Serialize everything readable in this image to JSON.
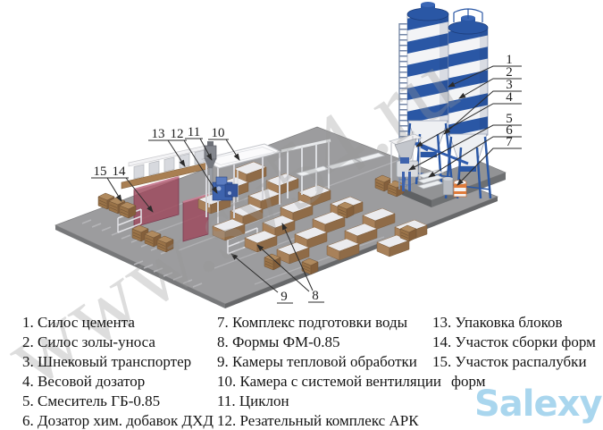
{
  "watermark": {
    "text": "www.sv54.ru"
  },
  "logo": {
    "text": "Salexy",
    "color": "#a9d6ee"
  },
  "colors": {
    "silo_blue": "#2a57a5",
    "machine_blue": "#3e63ad",
    "platform_gray": "#9c9c9e",
    "platform_side": "#6a6b6d",
    "chamber_red": "#9e4860",
    "form_tan": "#a8815a",
    "watermark_gray": "#969696",
    "logo_blue": "#a9d6ee"
  },
  "callouts": {
    "c1": "1",
    "c2": "2",
    "c3": "3",
    "c4": "4",
    "c5": "5",
    "c6": "6",
    "c7": "7",
    "c8": "8",
    "c9": "9",
    "c10": "10",
    "c11": "11",
    "c12": "12",
    "c13": "13",
    "c14": "14",
    "c15": "15"
  },
  "legend": {
    "col1": [
      "1. Силос цемента",
      "2. Силос золы-уноса",
      "3. Шнековый транспортер",
      "4. Весовой дозатор",
      "5. Смеситель ГБ-0.85",
      "6. Дозатор хим. добавок ДХД"
    ],
    "col2": [
      "7. Комплекс подготовки воды",
      "8. Формы ФМ-0.85",
      "9. Камеры тепловой обработки",
      "10. Камера с системой вентиляции",
      "11. Циклон",
      "12. Резательный комплекс АРК"
    ],
    "col3": [
      "13. Упаковка блоков",
      "14. Участок сборки форм",
      "15. Участок распалубки форм"
    ]
  }
}
